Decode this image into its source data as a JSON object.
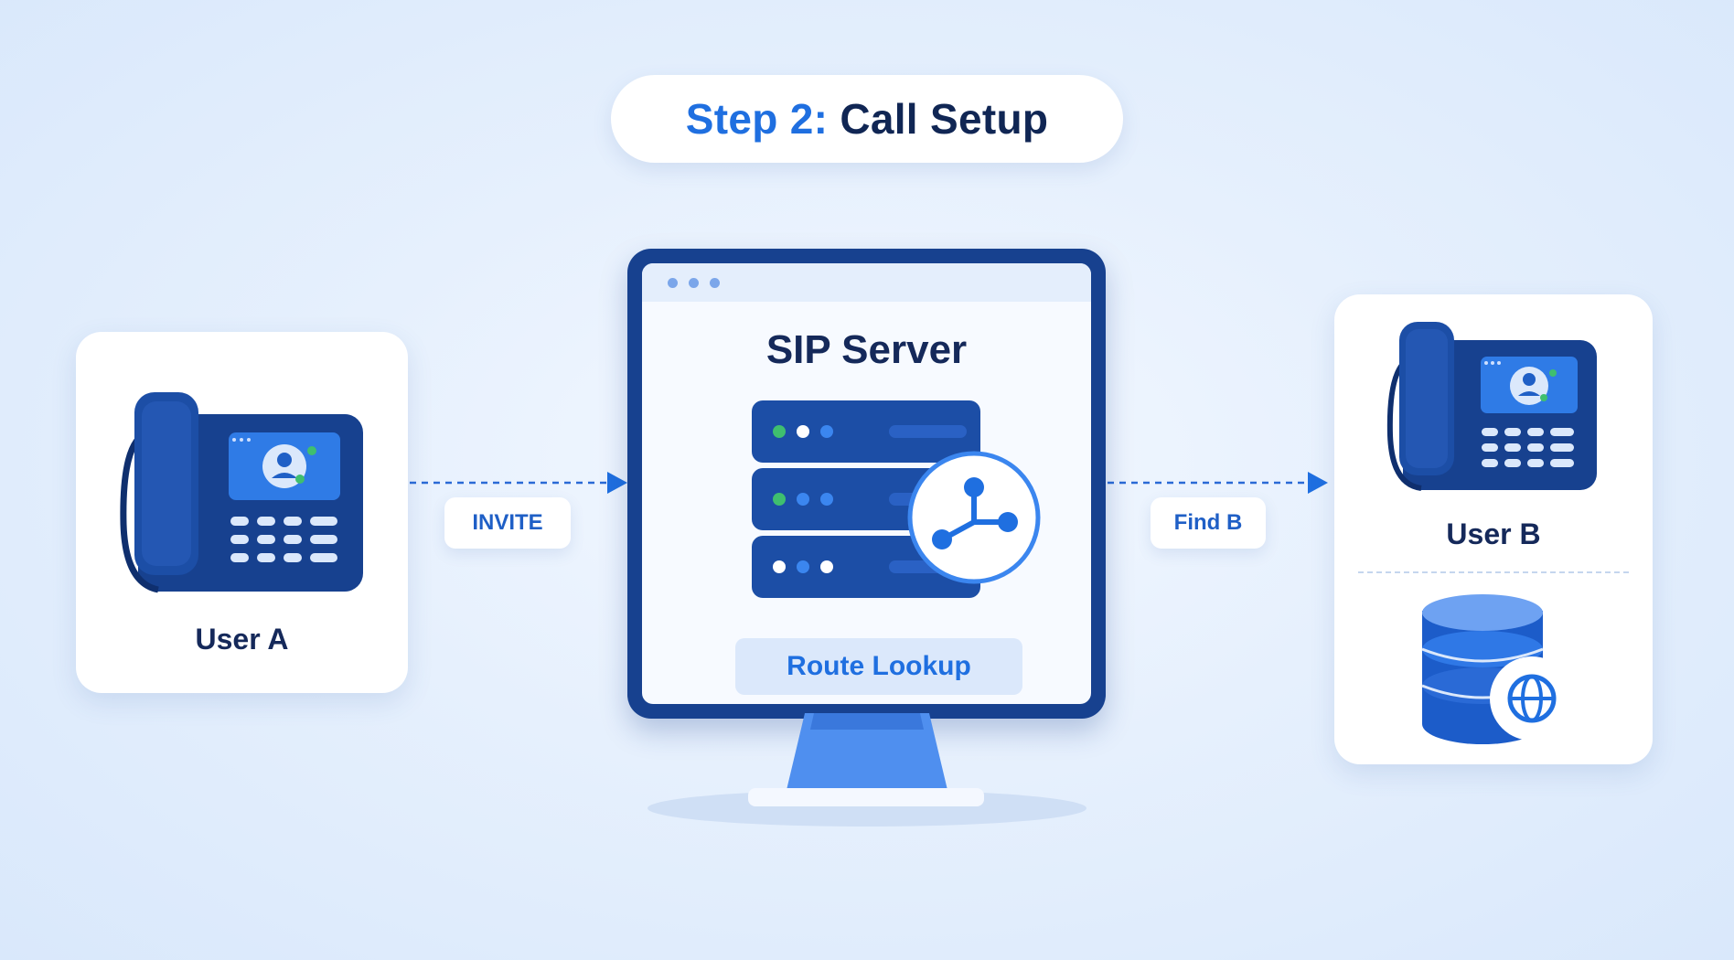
{
  "title": {
    "step": "Step 2:",
    "name": "Call Setup"
  },
  "nodes": {
    "user_a": {
      "label": "User A"
    },
    "server": {
      "label": "SIP Server",
      "sublabel": "Route Lookup"
    },
    "user_b": {
      "label": "User B"
    }
  },
  "edges": [
    {
      "label": "INVITE"
    },
    {
      "label": "Find B"
    }
  ],
  "icons": {
    "user_a": "desk-phone-icon",
    "server": "server-rack-icon",
    "routing": "routing-nodes-icon",
    "user_b": "desk-phone-icon",
    "lookup": "database-globe-icon"
  },
  "colors": {
    "primary_dark": "#17418f",
    "accent": "#1f6fe0",
    "text_dark": "#15295a",
    "background": "#e6f0fd",
    "status_green": "#3fbf6f"
  }
}
